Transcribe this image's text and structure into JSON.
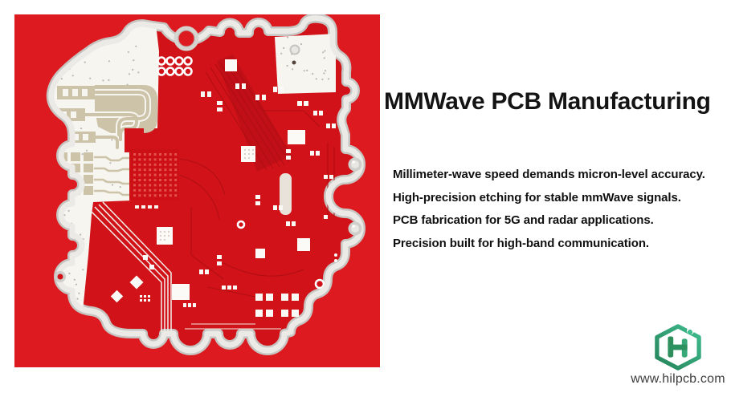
{
  "hero": {
    "headline": "MMWave PCB Manufacturing",
    "bullets": [
      "Millimeter-wave speed demands micron-level accuracy.",
      "High-precision etching for stable mmWave signals.",
      "PCB fabrication for 5G and radar applications.",
      "Precision built for high-band communication."
    ]
  },
  "photo": {
    "description": "Red millimeter-wave radar PCB with scalloped plated edge, patch antenna array and dense component routing",
    "colors": {
      "backdrop_red": "#dd1a20",
      "board_red": "#d11319",
      "dark_trace_red": "#ad0e13",
      "silver_rim": "#eceae6",
      "substrate_white": "#f7f5f0",
      "antenna_beige": "#cdc3a8"
    }
  },
  "brand": {
    "website": "www.hilpcb.com",
    "logo_green": "#26835a",
    "logo_teal": "#3fbc8e"
  }
}
